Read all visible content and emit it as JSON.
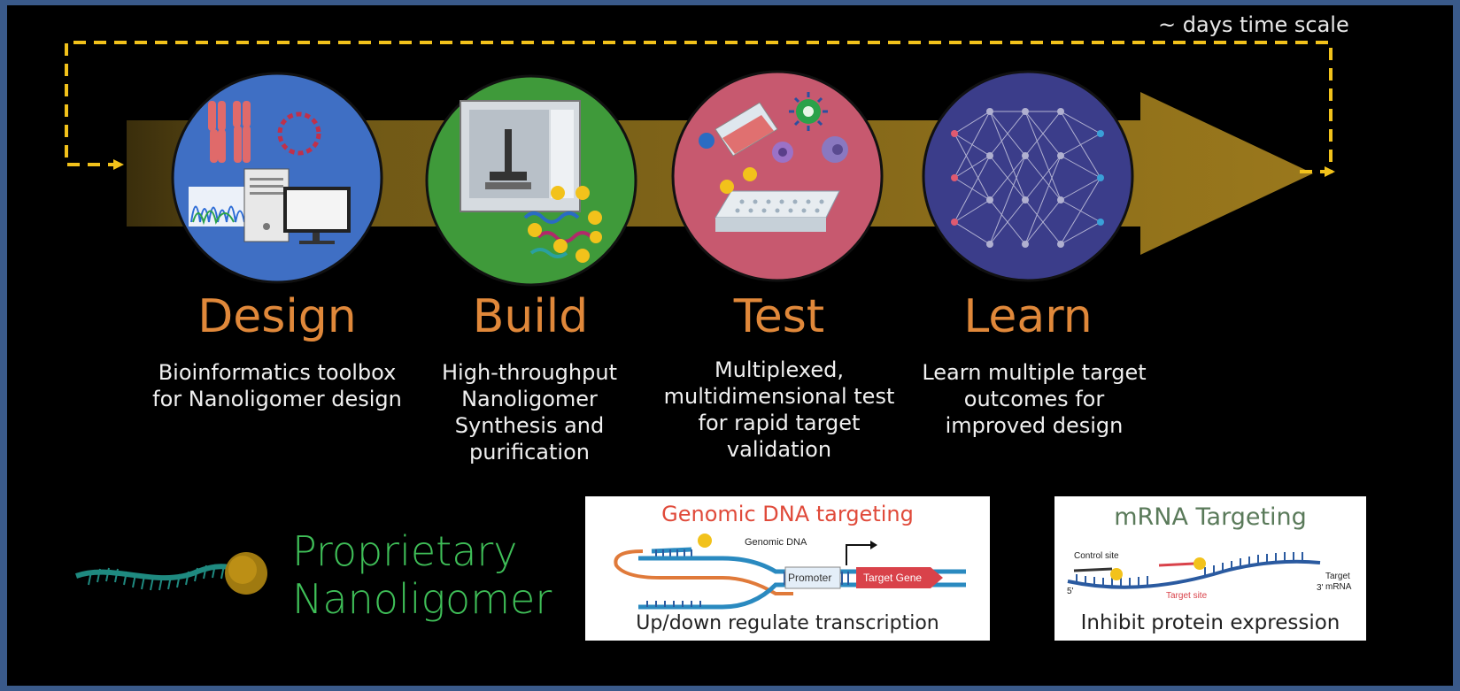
{
  "timescale_label": "~ days time scale",
  "stages": [
    {
      "title": "Design",
      "description": "Bioinformatics toolbox\nfor Nanoligomer design",
      "circle_color": "#3f6fc4"
    },
    {
      "title": "Build",
      "description": "High-throughput\nNanoligomer\nSynthesis and\npurification",
      "circle_color": "#3f9a3a"
    },
    {
      "title": "Test",
      "description": "Multiplexed,\nmultidimensional test\nfor rapid target\nvalidation",
      "circle_color": "#c7596f"
    },
    {
      "title": "Learn",
      "description": "Learn multiple target\noutcomes for\nimproved design",
      "circle_color": "#3b3d8a"
    }
  ],
  "proprietary_label": "Proprietary\nNanoligomer",
  "genomic_panel": {
    "title": "Genomic DNA targeting",
    "genomic_dna_label": "Genomic DNA",
    "promoter_label": "Promoter",
    "target_gene_label": "Target Gene",
    "caption": "Up/down regulate transcription"
  },
  "mrna_panel": {
    "title": "mRNA Targeting",
    "control_site_label": "Control site",
    "target_site_label": "Target site",
    "target_mrna_label": "Target\nmRNA",
    "five_prime": "5'",
    "three_prime": "3'",
    "caption": "Inhibit protein expression"
  },
  "colors": {
    "arrow": "#8a6c1c",
    "loop": "#f2c21b",
    "title_orange": "#e0883a",
    "nano_green": "#3fbf58"
  }
}
